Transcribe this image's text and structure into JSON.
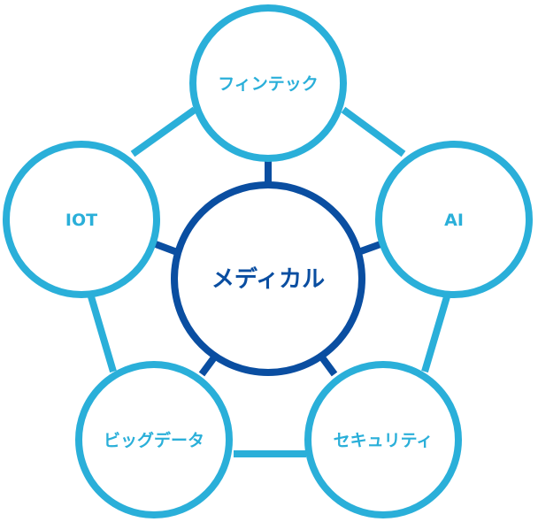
{
  "colors": {
    "outer": "#2aafd9",
    "center": "#0a4ea1",
    "background": "#ffffff"
  },
  "diagram": {
    "center": {
      "label": "メディカル"
    },
    "nodes": [
      {
        "id": "fintech",
        "label": "フィンテック"
      },
      {
        "id": "ai",
        "label": "AI"
      },
      {
        "id": "security",
        "label": "セキュリティ"
      },
      {
        "id": "bigdata",
        "label": "ビッグデータ"
      },
      {
        "id": "iot",
        "label": "IOT"
      }
    ]
  }
}
